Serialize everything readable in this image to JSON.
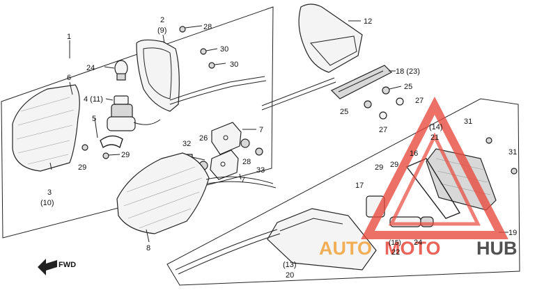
{
  "labels": {
    "p1": "1",
    "p2": "2",
    "p2b": "(9)",
    "p28": "28",
    "p30a": "30",
    "p30b": "30",
    "p24": "24",
    "p4": "4 (11)",
    "p6": "6",
    "p5": "5",
    "p29a": "29",
    "p29b": "29",
    "p3": "3",
    "p3b": "(10)",
    "p26": "26",
    "p7a": "7",
    "p32": "32",
    "p28b": "28",
    "p33": "33",
    "p7b": "7",
    "p8": "8",
    "p12": "12",
    "p18": "18 (23)",
    "p25a": "25",
    "p25b": "25",
    "p27a": "27",
    "p27b": "27",
    "p31a": "31",
    "p14": "(14)",
    "p21": "21",
    "p31b": "31",
    "p16": "16",
    "p29c": "29",
    "p29d": "29",
    "p17": "17",
    "p15": "(15)",
    "p22": "22",
    "p24b": "24",
    "p19": "19",
    "p13": "(13)",
    "p20": "20",
    "fwd": "FWD"
  },
  "watermark": {
    "text_a": "AUTO",
    "text_b": "MOTO",
    "text_c": "HUB",
    "color_red": "#e8483c",
    "color_orange": "#f2a23a",
    "color_dark": "#333333"
  }
}
